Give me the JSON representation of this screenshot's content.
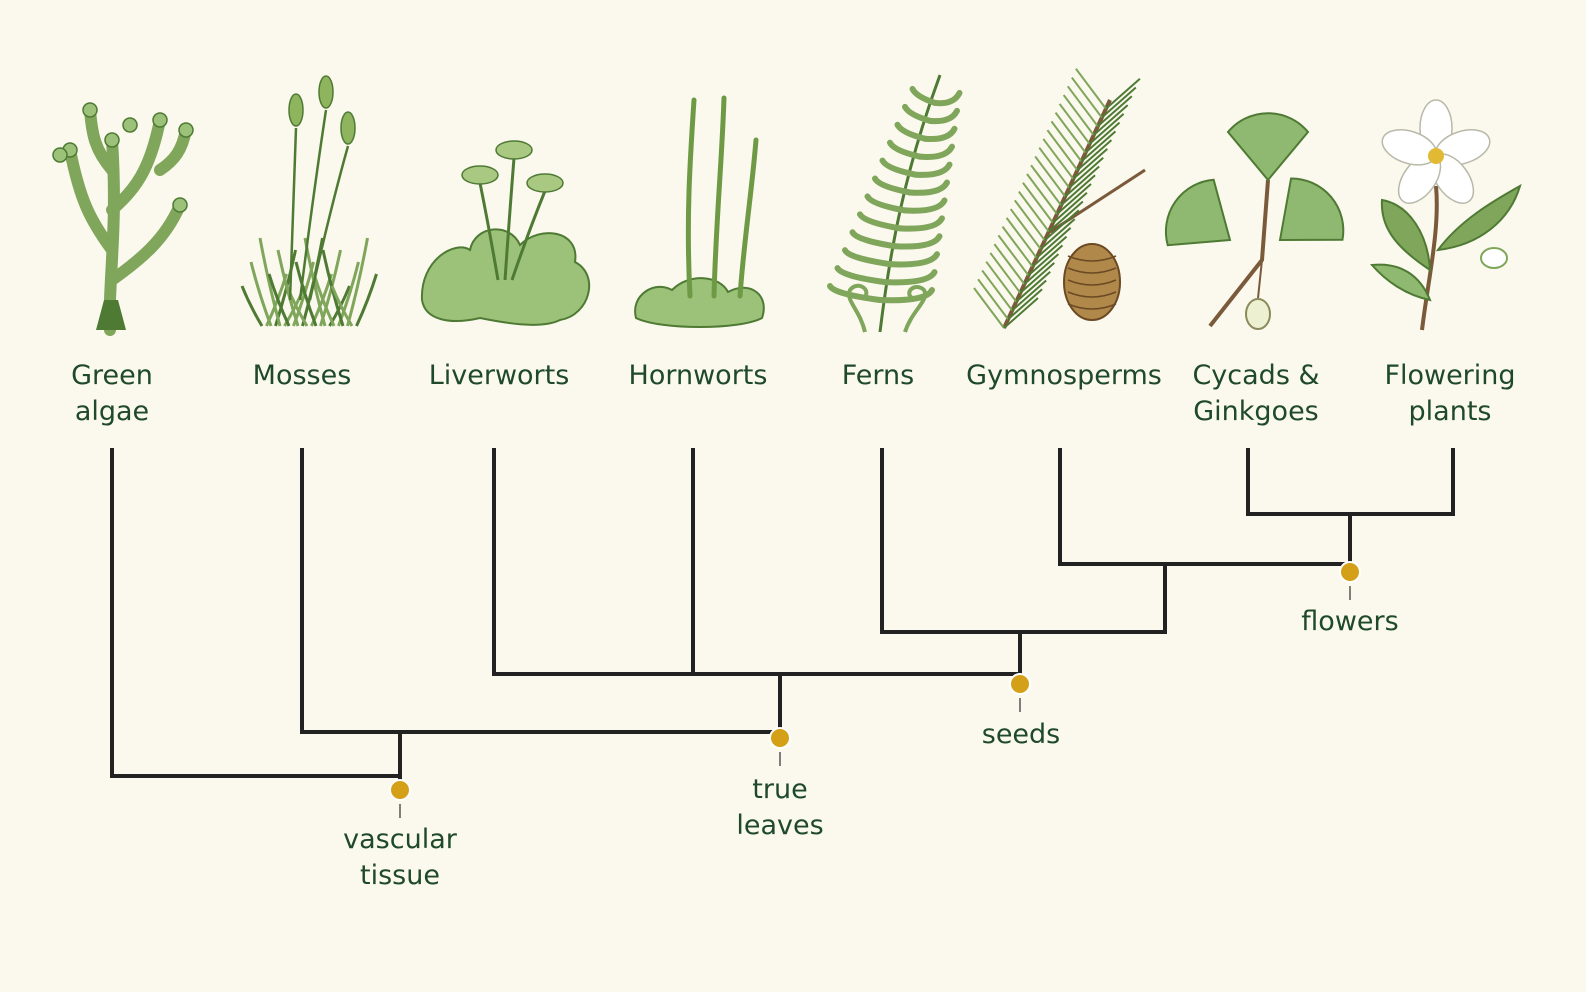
{
  "taxa": [
    {
      "id": "green-algae",
      "lines": [
        "Green",
        "algae"
      ],
      "icon": "green-algae-icon"
    },
    {
      "id": "mosses",
      "lines": [
        "Mosses",
        ""
      ],
      "icon": "moss-icon"
    },
    {
      "id": "liverworts",
      "lines": [
        "Liverworts",
        ""
      ],
      "icon": "liverwort-icon"
    },
    {
      "id": "hornworts",
      "lines": [
        "Hornworts",
        ""
      ],
      "icon": "hornwort-icon"
    },
    {
      "id": "ferns",
      "lines": [
        "Ferns",
        ""
      ],
      "icon": "fern-icon"
    },
    {
      "id": "gymnosperms",
      "lines": [
        "Gymnosperms",
        ""
      ],
      "icon": "pine-branch-icon"
    },
    {
      "id": "cycads-ginkgoes",
      "lines": [
        "Cycads &",
        "Ginkgoes"
      ],
      "icon": "ginkgo-icon"
    },
    {
      "id": "flowering-plants",
      "lines": [
        "Flowering",
        "plants"
      ],
      "icon": "flower-icon"
    }
  ],
  "traits": [
    {
      "id": "vascular-tissue",
      "lines": [
        "vascular",
        "tissue"
      ]
    },
    {
      "id": "true-leaves",
      "lines": [
        "true",
        "leaves"
      ]
    },
    {
      "id": "seeds",
      "lines": [
        "seeds",
        ""
      ]
    },
    {
      "id": "flowers",
      "lines": [
        "flowers",
        ""
      ]
    }
  ],
  "colors": {
    "background": "#fbf8ee",
    "label_text": "#1f4a2a",
    "branch_line": "#222222",
    "trait_node": "#d4a017",
    "plant_green": "#7fa65a",
    "plant_dark": "#4e7a34"
  }
}
